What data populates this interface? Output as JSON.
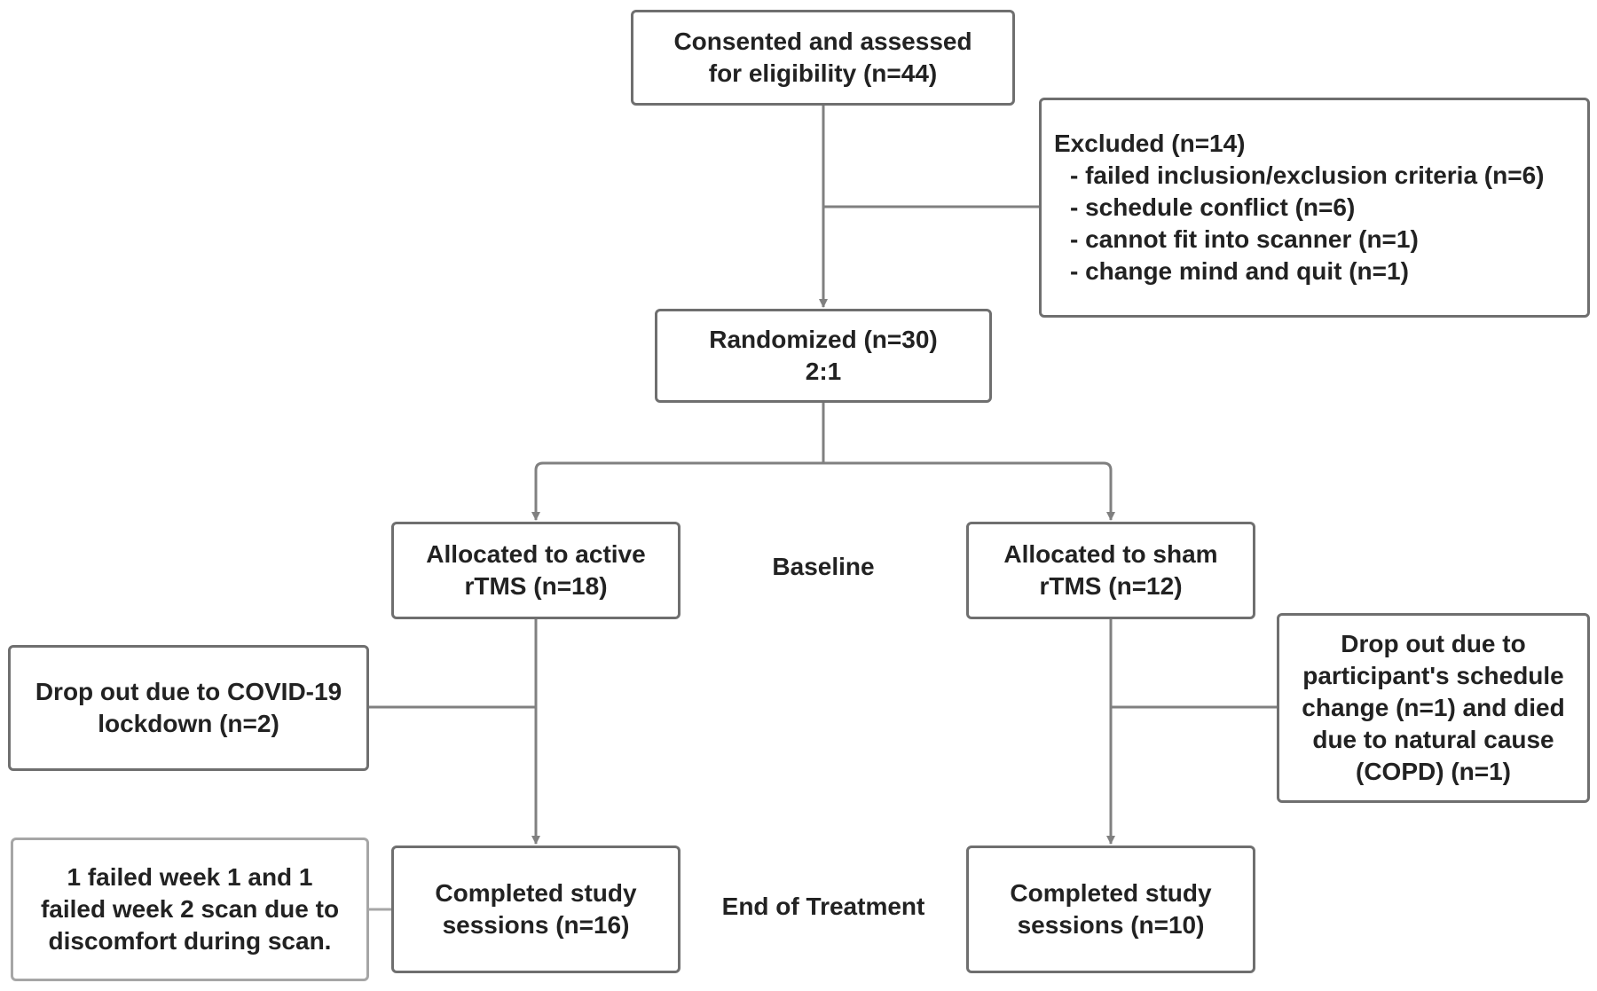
{
  "boxes": {
    "assessed": [
      "Consented and assessed",
      "for eligibility (n=44)"
    ],
    "excluded": {
      "title": "Excluded (n=14)",
      "items": [
        "- failed inclusion/exclusion criteria (n=6)",
        "- schedule conflict (n=6)",
        "- cannot fit into scanner (n=1)",
        "- change mind and quit (n=1)"
      ]
    },
    "randomized": [
      "Randomized (n=30)",
      "2:1"
    ],
    "active": [
      "Allocated to active",
      "rTMS (n=18)"
    ],
    "sham": [
      "Allocated to sham",
      "rTMS (n=12)"
    ],
    "dropout_active": [
      "Drop out due to COVID-19",
      "lockdown (n=2)"
    ],
    "dropout_sham": [
      "Drop out due to",
      "participant's schedule",
      "change (n=1) and died",
      "due to natural cause",
      "(COPD) (n=1)"
    ],
    "failed_scan": [
      "1 failed week 1 and 1",
      "failed week 2 scan due to",
      "discomfort during scan."
    ],
    "completed_active": [
      "Completed study",
      "sessions (n=16)"
    ],
    "completed_sham": [
      "Completed study",
      "sessions (n=10)"
    ]
  },
  "stages": {
    "baseline": "Baseline",
    "end": "End of Treatment"
  },
  "colors": {
    "border": "#6f6f6f",
    "border_light": "#a6a6a6",
    "connector": "#808080",
    "text": "#222222"
  }
}
